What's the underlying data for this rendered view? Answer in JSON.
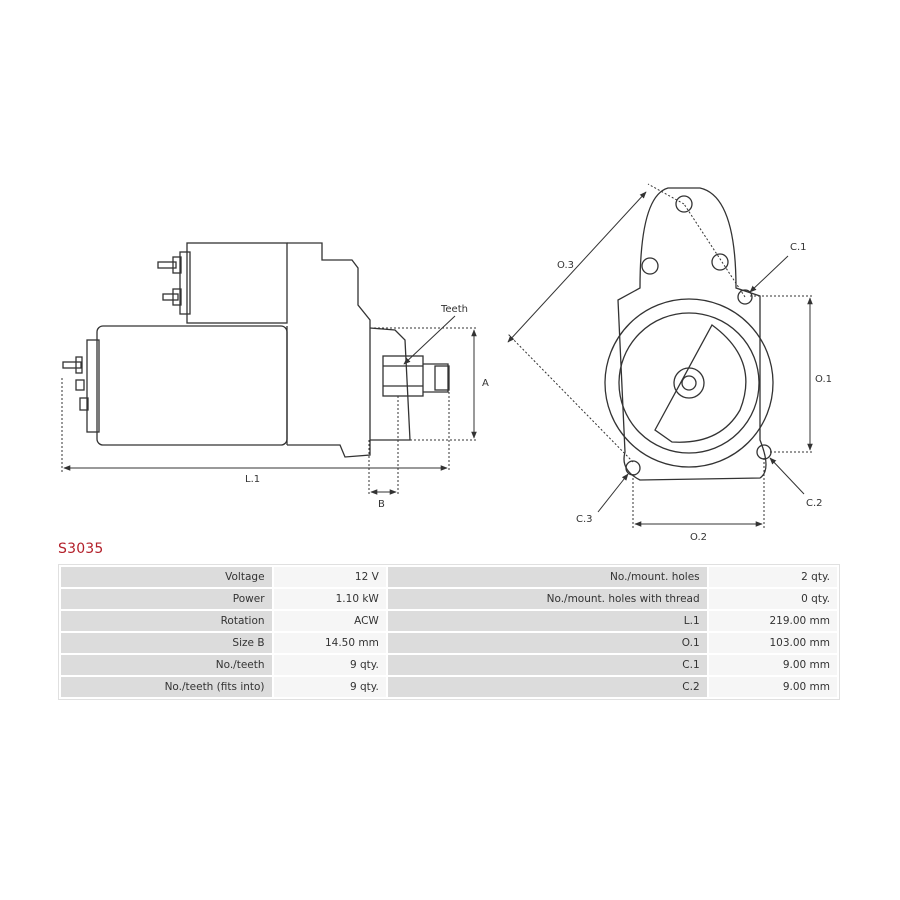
{
  "labels": {
    "teeth": "Teeth",
    "A": "A",
    "B": "B",
    "L1": "L.1",
    "O1": "O.1",
    "O2": "O.2",
    "O3": "O.3",
    "C1": "C.1",
    "C2": "C.2",
    "C3": "C.3"
  },
  "part_number": "S3035",
  "specs": {
    "rows": [
      {
        "label": "Voltage",
        "value": "12 V",
        "label2": "No./mount. holes",
        "value2": "2 qty."
      },
      {
        "label": "Power",
        "value": "1.10 kW",
        "label2": "No./mount. holes with thread",
        "value2": "0 qty."
      },
      {
        "label": "Rotation",
        "value": "ACW",
        "label2": "L.1",
        "value2": "219.00 mm"
      },
      {
        "label": "Size B",
        "value": "14.50 mm",
        "label2": "O.1",
        "value2": "103.00 mm"
      },
      {
        "label": "No./teeth",
        "value": "9 qty.",
        "label2": "C.1",
        "value2": "9.00 mm"
      },
      {
        "label": "No./teeth (fits into)",
        "value": "9 qty.",
        "label2": "C.2",
        "value2": "9.00 mm"
      }
    ]
  },
  "colors": {
    "title": "#b3202a",
    "label_cell": "#dcdcdc",
    "value_cell": "#f6f6f6"
  }
}
